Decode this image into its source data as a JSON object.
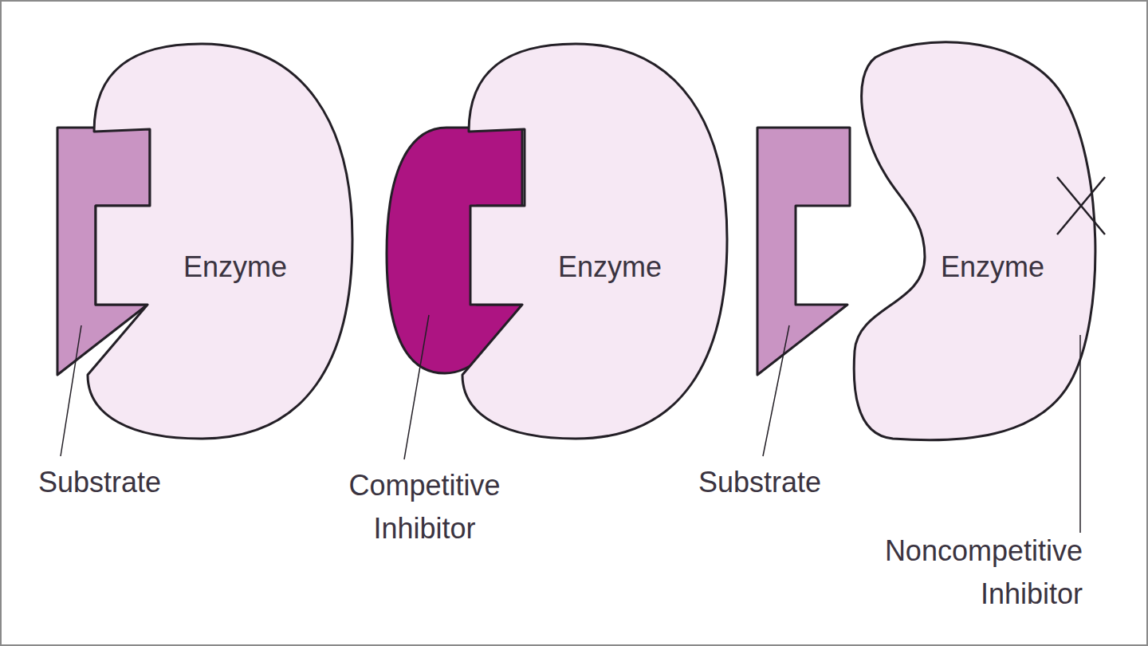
{
  "diagram": {
    "nodes": [
      {
        "text": [
          "Substrate"
        ]
      },
      {
        "text": [
          "Enzyme"
        ]
      },
      {
        "text": [
          "Competitive Inhibitor"
        ]
      },
      {
        "text": [
          "Enzyme"
        ]
      },
      {
        "text": [
          "Substrate"
        ]
      },
      {
        "text": [
          "Enzyme"
        ]
      }
    ],
    "labels": [
      "Noncompetitive Inhibitor"
    ]
  }
}
